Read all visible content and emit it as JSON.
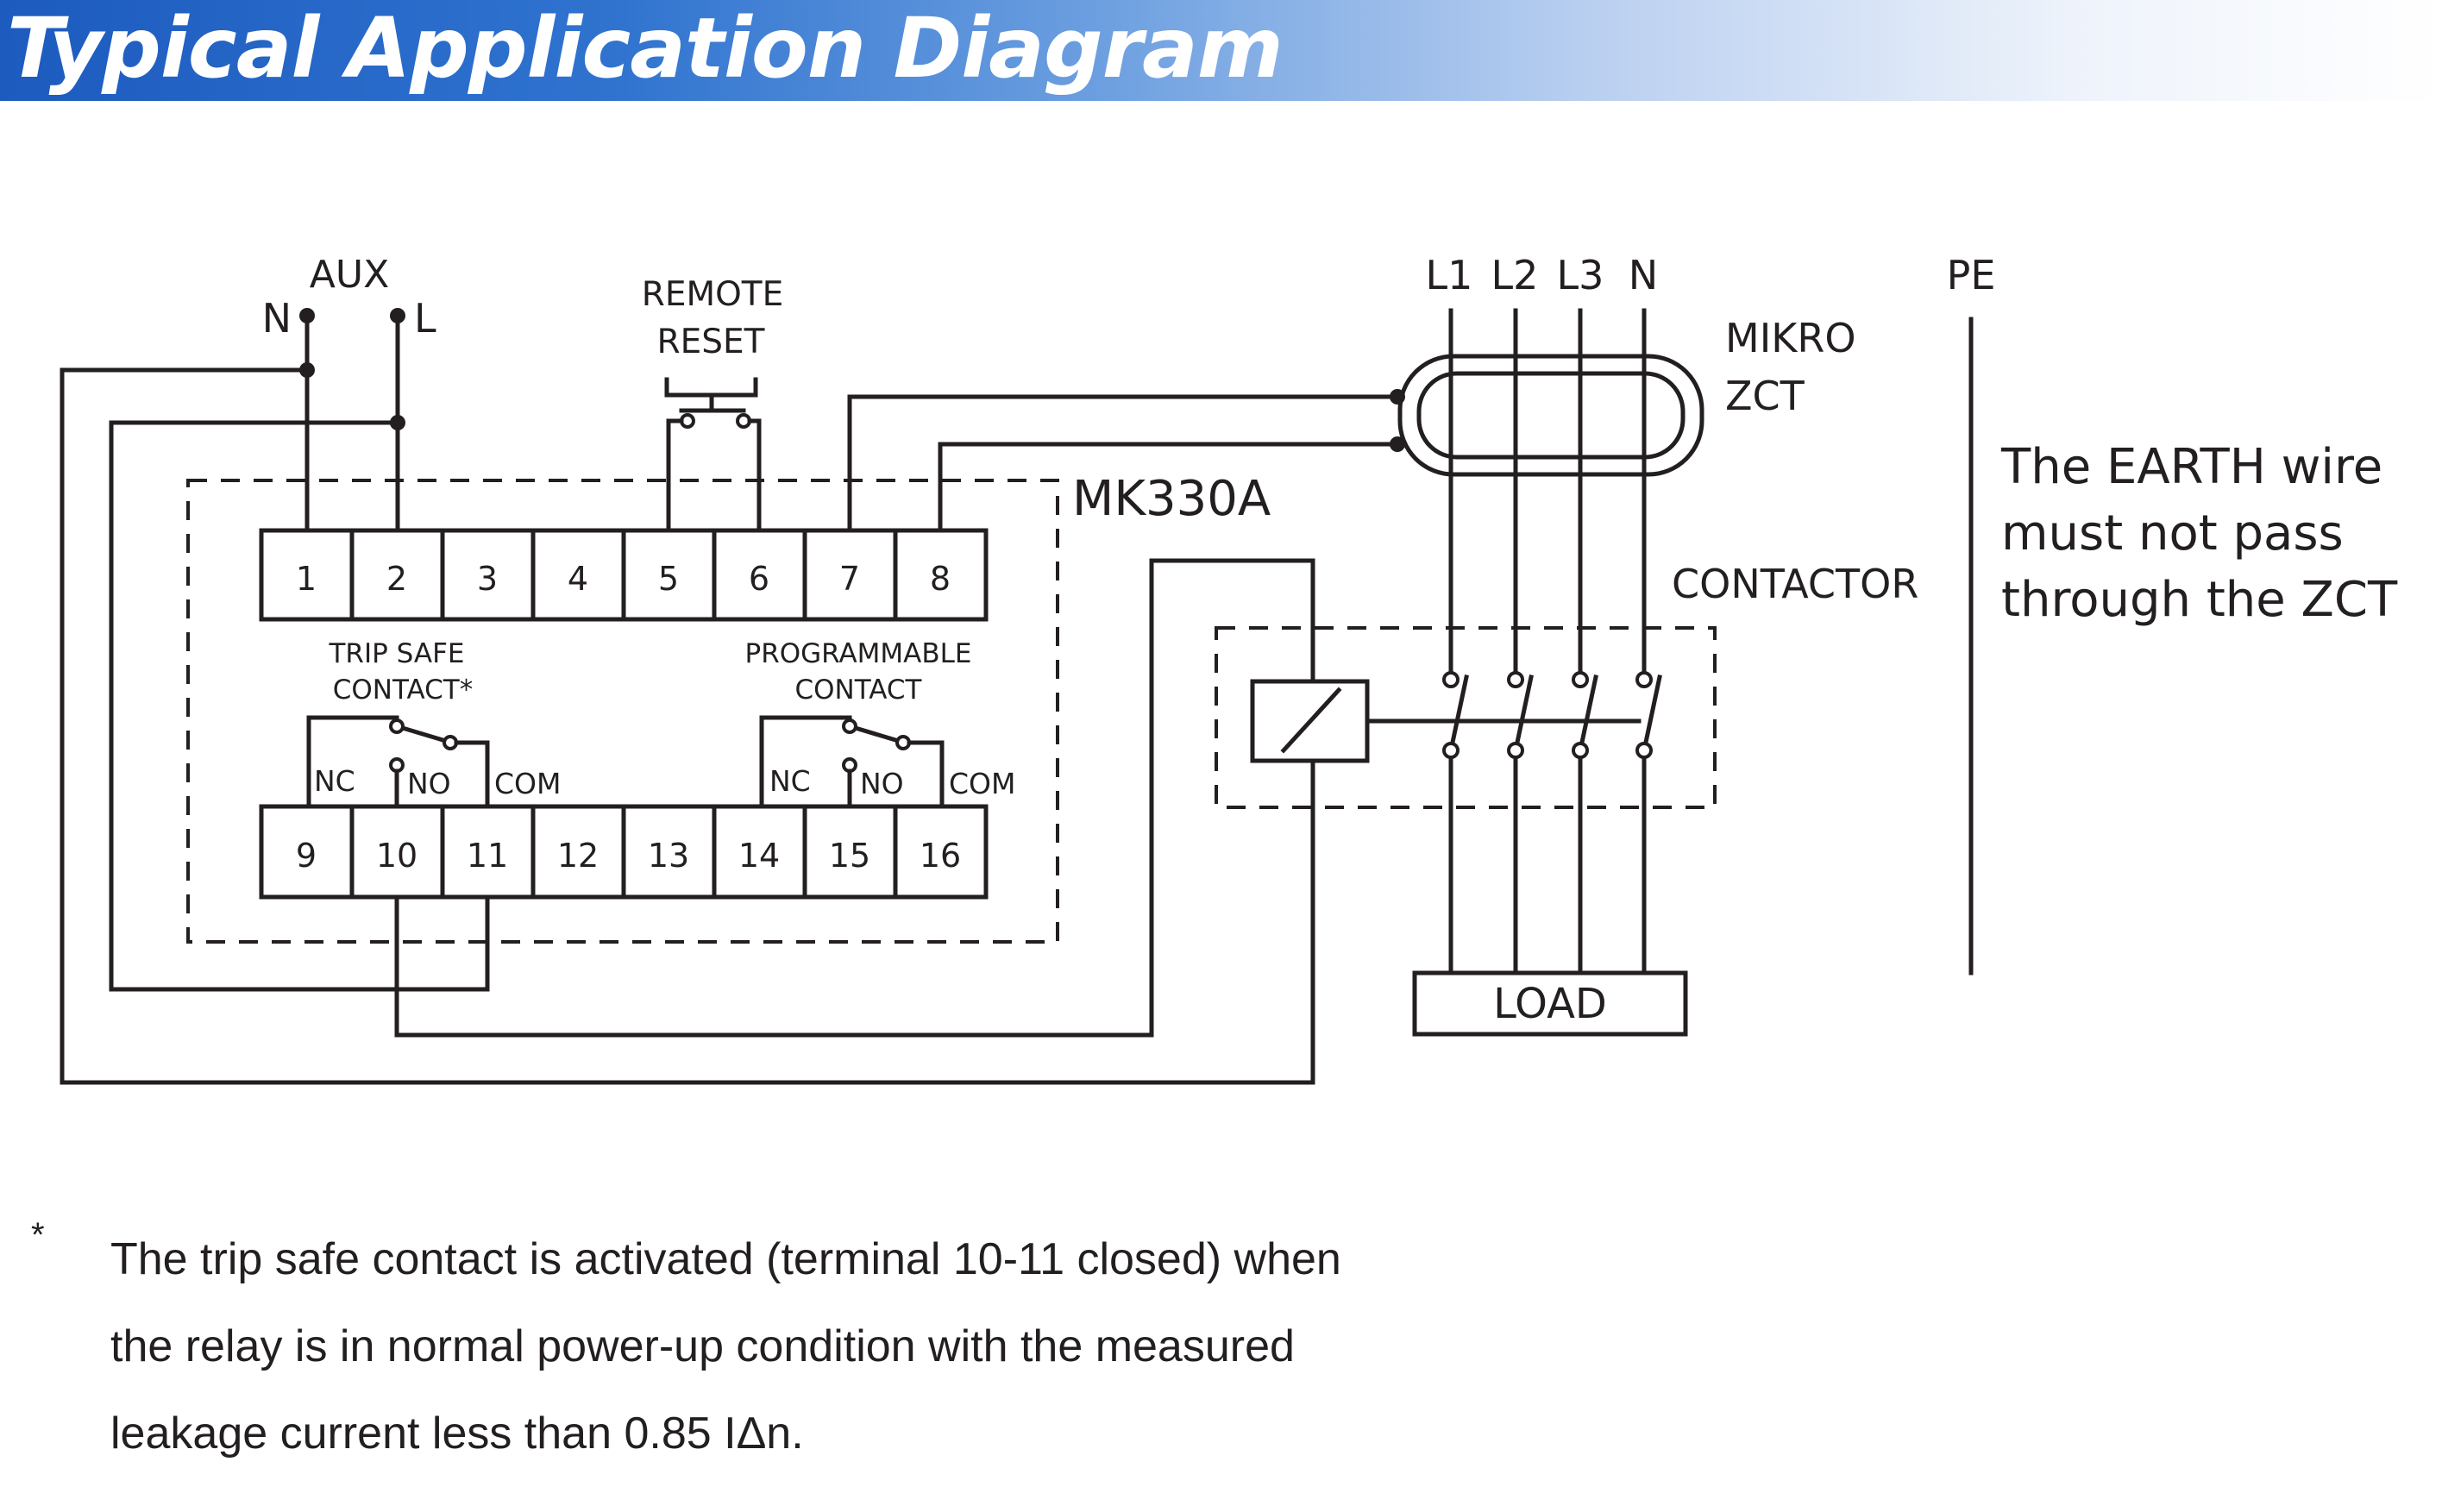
{
  "title": "Typical Application Diagram",
  "aux": {
    "label": "AUX",
    "n": "N",
    "l": "L"
  },
  "remote_reset": {
    "line1": "REMOTE",
    "line2": "RESET"
  },
  "device": {
    "name": "MK330A",
    "top_terminals": [
      "1",
      "2",
      "3",
      "4",
      "5",
      "6",
      "7",
      "8"
    ],
    "bottom_terminals": [
      "9",
      "10",
      "11",
      "12",
      "13",
      "14",
      "15",
      "16"
    ],
    "trip_safe": {
      "line1": "TRIP SAFE",
      "line2": "CONTACT*",
      "nc": "NC",
      "no": "NO",
      "com": "COM"
    },
    "programmable": {
      "line1": "PROGRAMMABLE",
      "line2": "CONTACT",
      "nc": "NC",
      "no": "NO",
      "com": "COM"
    }
  },
  "phases": [
    "L1",
    "L2",
    "L3",
    "N"
  ],
  "pe": "PE",
  "zct": {
    "line1": "MIKRO",
    "line2": "ZCT"
  },
  "contactor": "CONTACTOR",
  "load": "LOAD",
  "earth_note": [
    "The EARTH wire",
    "must not pass",
    "through the ZCT"
  ],
  "footnote": {
    "marker": "*",
    "lines": [
      "The trip safe contact is activated (terminal 10-11 closed) when",
      "the relay is in normal power-up condition with the measured",
      "leakage current less than 0.85 IΔn."
    ]
  }
}
